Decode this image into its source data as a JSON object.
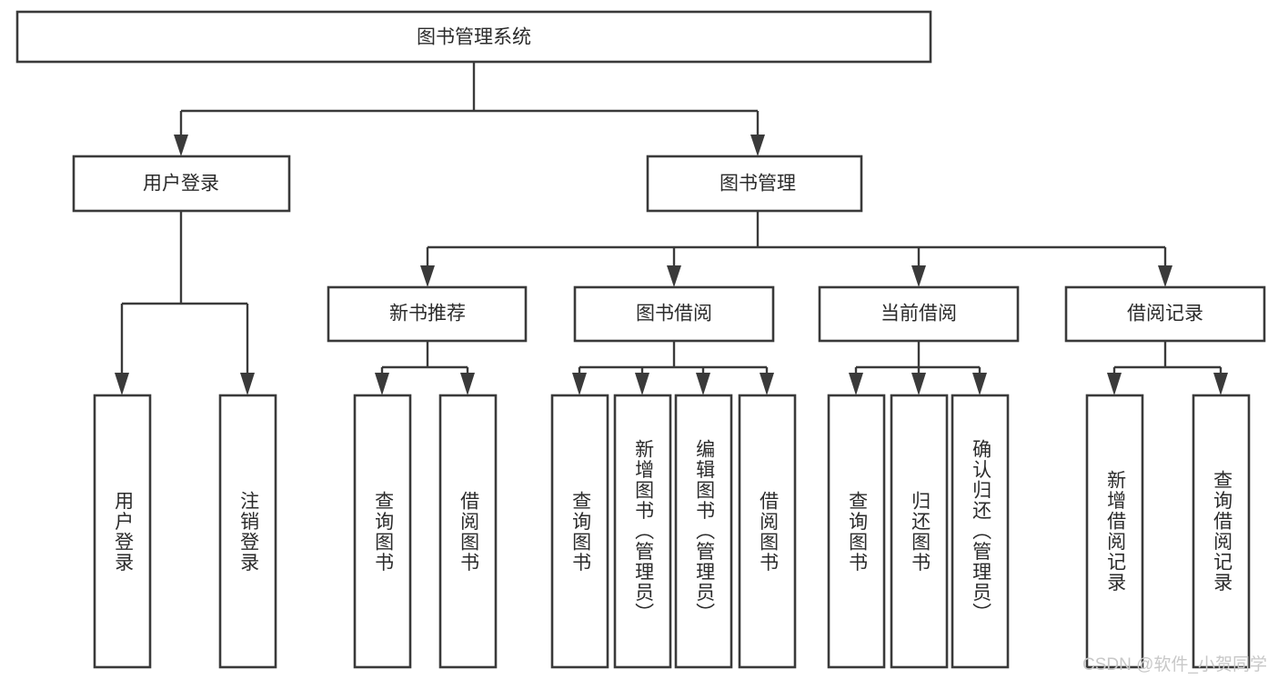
{
  "diagram": {
    "title": "图书管理系统",
    "type": "hierarchy-tree",
    "levels": 4,
    "root": {
      "label": "图书管理系统"
    },
    "level1": [
      {
        "label": "用户登录"
      },
      {
        "label": "图书管理"
      }
    ],
    "level2": [
      {
        "label": "新书推荐"
      },
      {
        "label": "图书借阅"
      },
      {
        "label": "当前借阅"
      },
      {
        "label": "借阅记录"
      }
    ],
    "leaves": {
      "user_login": [
        {
          "label": "用户登录"
        },
        {
          "label": "注销登录"
        }
      ],
      "new_book_recommend": [
        {
          "label": "查询图书"
        },
        {
          "label": "借阅图书"
        }
      ],
      "book_borrow": [
        {
          "label": "查询图书"
        },
        {
          "label": "新增图书（管理员）"
        },
        {
          "label": "编辑图书（管理员）"
        },
        {
          "label": "借阅图书"
        }
      ],
      "current_borrow": [
        {
          "label": "查询图书"
        },
        {
          "label": "归还图书"
        },
        {
          "label": "确认归还（管理员）"
        }
      ],
      "borrow_record": [
        {
          "label": "新增借阅记录"
        },
        {
          "label": "查询借阅记录"
        }
      ]
    }
  },
  "watermark": {
    "text": "CSDN @软件_小贺同学"
  },
  "colors": {
    "box_stroke": "#3a3a3a",
    "box_fill": "#ffffff",
    "connector": "#3a3a3a",
    "text": "#2b2b2b",
    "watermark": "#c8c8c8",
    "background": "#ffffff"
  }
}
